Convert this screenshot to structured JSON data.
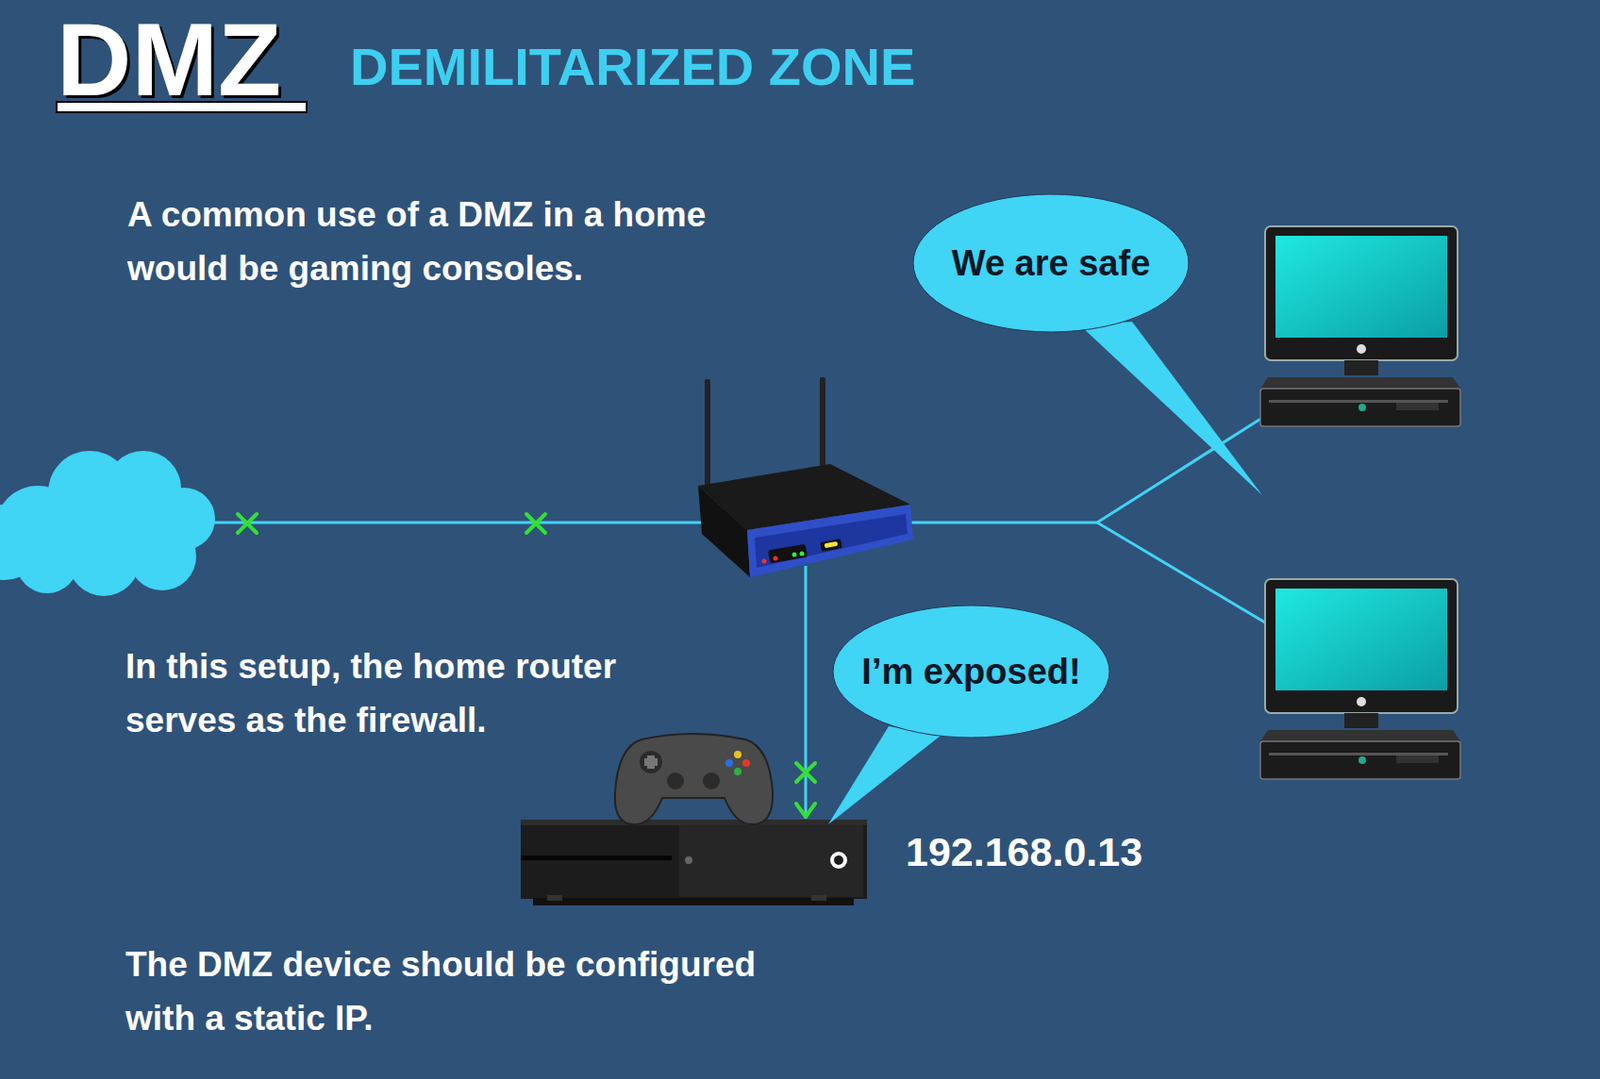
{
  "diagram": {
    "title": "DMZ",
    "nodes": [
      {
        "text": [
          "We are safe"
        ]
      },
      {
        "text": [
          "I’m exposed!"
        ]
      }
    ],
    "labels": [
      "DEMILITARIZED ZONE",
      "A common use of a DMZ in a home would be gaming consoles.",
      "In this setup, the home router serves as the firewall.",
      "192.168.0.13",
      "The DMZ device should be configured with a static IP."
    ]
  }
}
